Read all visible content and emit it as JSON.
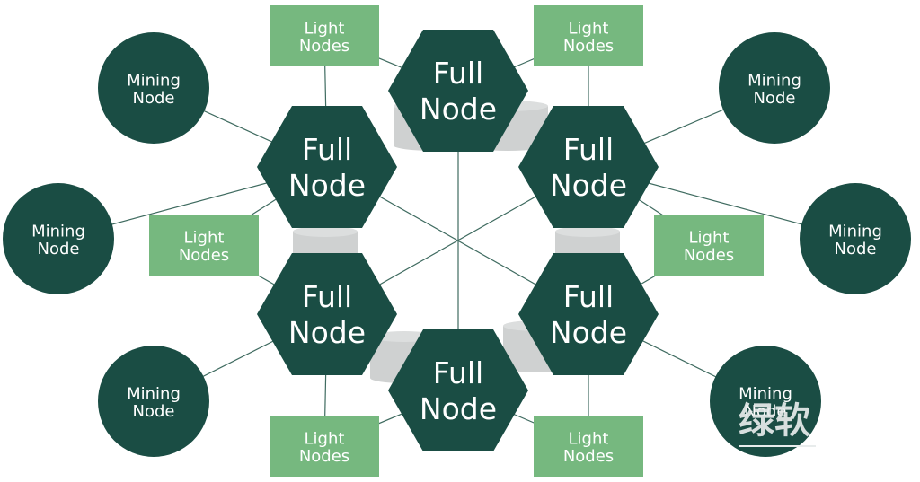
{
  "diagram": {
    "title": "Blockchain network node types",
    "colors": {
      "full_node": "#1a4d44",
      "mining_node": "#1a4d44",
      "light_node": "#76b87f",
      "database": "#cfd1d1",
      "edge": "#3f6b60",
      "text": "#ffffff"
    },
    "full_nodes": [
      {
        "id": "top",
        "line1": "Full",
        "line2": "Node"
      },
      {
        "id": "upper-left",
        "line1": "Full",
        "line2": "Node"
      },
      {
        "id": "upper-right",
        "line1": "Full",
        "line2": "Node"
      },
      {
        "id": "lower-left",
        "line1": "Full",
        "line2": "Node"
      },
      {
        "id": "lower-right",
        "line1": "Full",
        "line2": "Node"
      },
      {
        "id": "bottom",
        "line1": "Full",
        "line2": "Node"
      }
    ],
    "mining_nodes": [
      {
        "id": "mining-upper-left",
        "line1": "Mining",
        "line2": "Node",
        "connects_to": "upper-left"
      },
      {
        "id": "mining-left",
        "line1": "Mining",
        "line2": "Node",
        "connects_to": "upper-left"
      },
      {
        "id": "mining-lower-left",
        "line1": "Mining",
        "line2": "Node",
        "connects_to": "lower-left"
      },
      {
        "id": "mining-upper-right",
        "line1": "Mining",
        "line2": "Node",
        "connects_to": "upper-right"
      },
      {
        "id": "mining-right",
        "line1": "Mining",
        "line2": "Node",
        "connects_to": "upper-right"
      },
      {
        "id": "mining-lower-right",
        "line1": "Mining",
        "line2": "Node",
        "connects_to": "lower-right"
      }
    ],
    "light_nodes": [
      {
        "id": "light-top-left",
        "line1": "Light",
        "line2": "Nodes",
        "connects_to": [
          "top",
          "upper-left"
        ]
      },
      {
        "id": "light-top-right",
        "line1": "Light",
        "line2": "Nodes",
        "connects_to": [
          "top",
          "upper-right"
        ]
      },
      {
        "id": "light-left",
        "line1": "Light",
        "line2": "Nodes",
        "connects_to": [
          "upper-left",
          "lower-left"
        ]
      },
      {
        "id": "light-right",
        "line1": "Light",
        "line2": "Nodes",
        "connects_to": [
          "upper-right",
          "lower-right"
        ]
      },
      {
        "id": "light-bottom-left",
        "line1": "Light",
        "line2": "Nodes",
        "connects_to": [
          "lower-left",
          "bottom"
        ]
      },
      {
        "id": "light-bottom-right",
        "line1": "Light",
        "line2": "Nodes",
        "connects_to": [
          "lower-right",
          "bottom"
        ]
      }
    ],
    "hub_connections": [
      [
        "top",
        "bottom"
      ],
      [
        "upper-left",
        "lower-right"
      ],
      [
        "upper-right",
        "lower-left"
      ]
    ],
    "watermark": "绿软"
  }
}
